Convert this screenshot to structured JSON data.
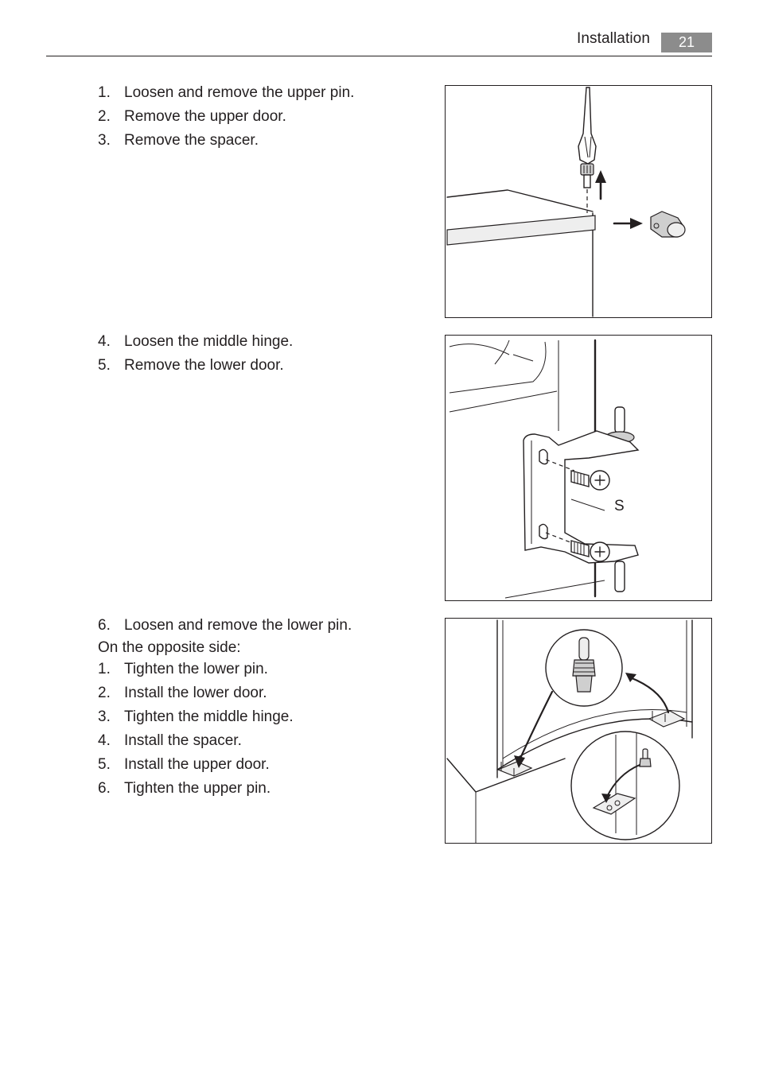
{
  "header": {
    "section": "Installation",
    "page_number": "21"
  },
  "block1": {
    "steps": [
      {
        "num": "1.",
        "text": "Loosen and remove the upper pin."
      },
      {
        "num": "2.",
        "text": "Remove the upper door."
      },
      {
        "num": "3.",
        "text": "Remove the spacer."
      }
    ]
  },
  "block2": {
    "steps": [
      {
        "num": "4.",
        "text": "Loosen the middle hinge."
      },
      {
        "num": "5.",
        "text": "Remove the lower door."
      }
    ],
    "figure_label": "S"
  },
  "block3": {
    "first": {
      "num": "6.",
      "text": "Loosen and remove the lower pin."
    },
    "intro": "On the opposite side:",
    "steps": [
      {
        "num": "1.",
        "text": "Tighten the lower pin."
      },
      {
        "num": "2.",
        "text": "Install the lower door."
      },
      {
        "num": "3.",
        "text": "Tighten the middle hinge."
      },
      {
        "num": "4.",
        "text": "Install the spacer."
      },
      {
        "num": "5.",
        "text": "Install the upper door."
      },
      {
        "num": "6.",
        "text": "Tighten the upper pin."
      }
    ]
  }
}
